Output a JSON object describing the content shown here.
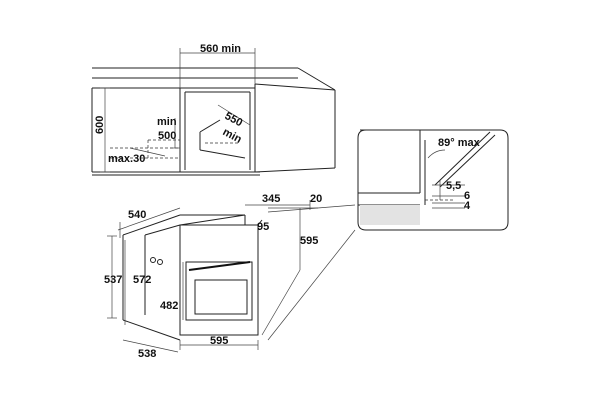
{
  "cabinet": {
    "width_min": "560 min",
    "height": "600",
    "depth": "550",
    "depth_min": "min",
    "opening_min": "min",
    "opening_value": "500",
    "offset": "max.30"
  },
  "oven": {
    "depth_total": "540",
    "depth_body": "345",
    "gap_top": "20",
    "frame_offset": "95",
    "width_total": "595",
    "height_total": "595",
    "height_left": "537",
    "height_body": "572",
    "height_door": "482",
    "depth_bottom": "538",
    "width_bottom": "595"
  },
  "detail": {
    "angle": "89° max",
    "gap_a": "5,5",
    "gap_b": "6",
    "gap_c": "4"
  }
}
